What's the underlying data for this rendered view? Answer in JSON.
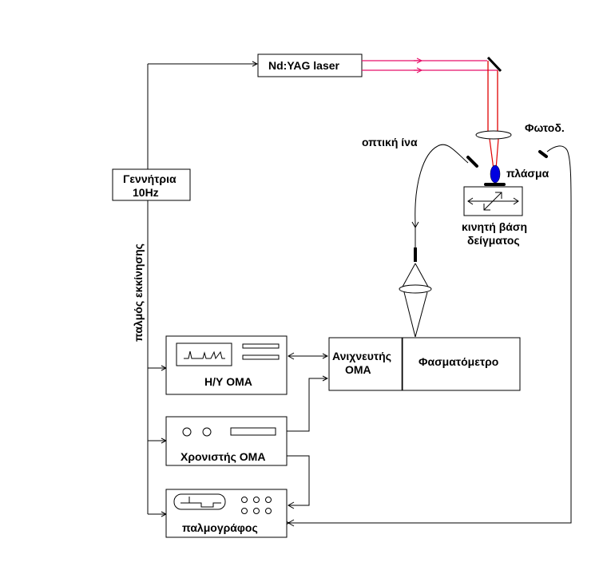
{
  "diagram": {
    "title": "LIBS experimental setup",
    "colors": {
      "laser_beam": "#e8106a",
      "focus_beam": "#e00000",
      "plasma": "#0000e0",
      "line": "#000000",
      "background": "#ffffff"
    },
    "labels": {
      "laser": "Nd:YAG laser",
      "generator_line1": "Γεννήτρια",
      "generator_line2": "10Hz",
      "trigger_pulse": "παλμός εκκίνησης",
      "optical_fiber": "οπτική ίνα",
      "photodiode": "Φωτοδ.",
      "plasma": "πλάσμα",
      "stage_line1": "κινητή βάση",
      "stage_line2": "δείγματος",
      "pc_oma": "Η/Υ ΟΜΑ",
      "detector_line1": "Ανιχνευτής",
      "detector_line2": "ΟΜΑ",
      "spectrometer": "Φασματόμετρο",
      "timer_oma": "Χρονιστής ΟΜΑ",
      "oscilloscope": "παλμογράφος"
    },
    "icons": [
      "mirror-icon",
      "focusing-lens-icon",
      "plasma-icon",
      "sample-holder-icon",
      "translation-arrows-icon",
      "fiber-probe-icon",
      "collection-lens-icon",
      "photodiode-icon",
      "spectrum-display-icon",
      "waveform-display-icon"
    ]
  }
}
